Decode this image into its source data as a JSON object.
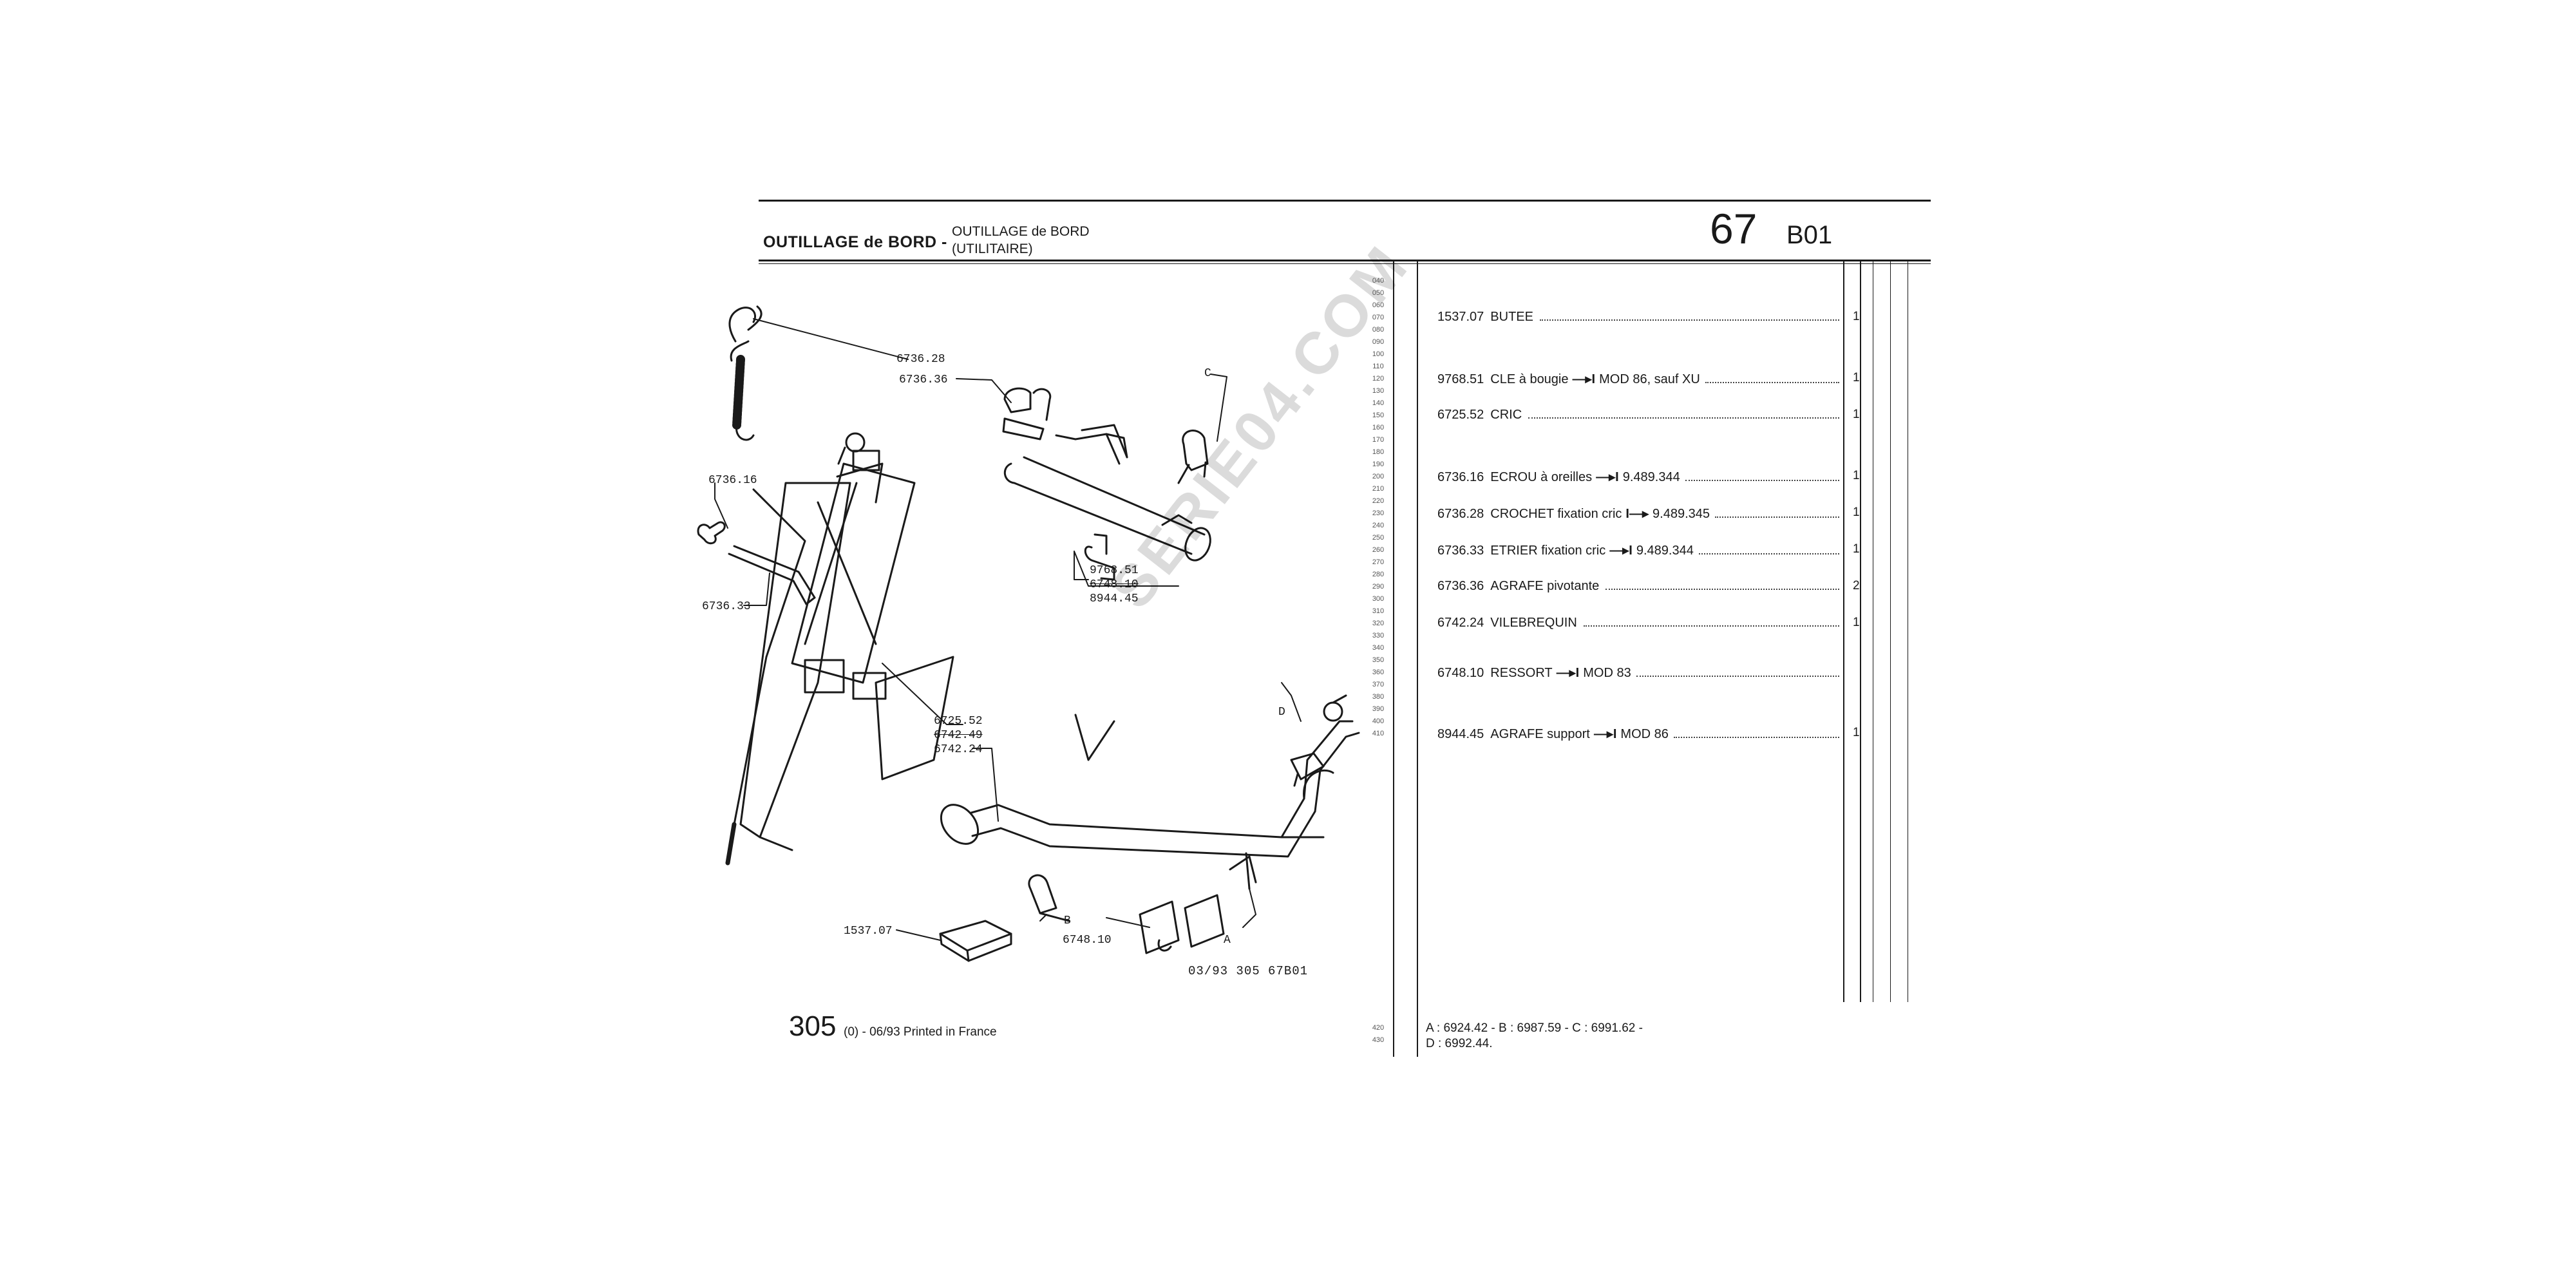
{
  "header": {
    "main_title": "OUTILLAGE de BORD -",
    "sub_title_line1": "OUTILLAGE de BORD",
    "sub_title_line2": "(UTILITAIRE)",
    "group_number": "67",
    "section_code": "B01"
  },
  "diagram": {
    "callouts": {
      "c_673628": "6736.28",
      "c_673636": "6736.36",
      "c_673616": "6736.16",
      "c_673633": "6736.33",
      "c_C": "C",
      "c_976851": "9768.51",
      "c_674810_struck": "6748.10",
      "c_894445": "8944.45",
      "c_D": "D",
      "c_672552": "6725.52",
      "c_674249_struck": "6742.49",
      "c_674224": "6742.24",
      "c_B": "B",
      "c_153707": "1537.07",
      "c_674810": "6748.10",
      "c_A": "A"
    }
  },
  "footer": {
    "reference": "03/93 305 67B01",
    "model_number": "305",
    "model_suffix": "(0) - 06/93 Printed in France"
  },
  "watermark": "SERIE04.COM",
  "line_numbers": [
    "040",
    "050",
    "060",
    "070",
    "080",
    "090",
    "100",
    "110",
    "120",
    "130",
    "140",
    "150",
    "160",
    "170",
    "180",
    "190",
    "200",
    "210",
    "220",
    "230",
    "240",
    "250",
    "260",
    "270",
    "280",
    "290",
    "300",
    "310",
    "320",
    "330",
    "340",
    "350",
    "360",
    "370",
    "380",
    "390",
    "400",
    "410",
    "420",
    "430"
  ],
  "parts": [
    {
      "ref": "1537.07",
      "desc": "BUTEE",
      "arrow": "",
      "note": "",
      "qty": "1"
    },
    {
      "ref": "9768.51",
      "desc": "CLE à bougie",
      "arrow": "—▸I",
      "note": "MOD 86, sauf XU",
      "qty": "1"
    },
    {
      "ref": "6725.52",
      "desc": "CRIC",
      "arrow": "",
      "note": "",
      "qty": "1"
    },
    {
      "ref": "6736.16",
      "desc": "ECROU à oreilles",
      "arrow": "—▸I",
      "note": "9.489.344",
      "qty": "1"
    },
    {
      "ref": "6736.28",
      "desc": "CROCHET fixation cric",
      "arrow": "I—▸",
      "note": "9.489.345",
      "qty": "1"
    },
    {
      "ref": "6736.33",
      "desc": "ETRIER fixation cric",
      "arrow": "—▸I",
      "note": "9.489.344",
      "qty": "1"
    },
    {
      "ref": "6736.36",
      "desc": "AGRAFE pivotante",
      "arrow": "",
      "note": "",
      "qty": "2"
    },
    {
      "ref": "6742.24",
      "desc": "VILEBREQUIN",
      "arrow": "",
      "note": "",
      "qty": "1"
    },
    {
      "ref": "6748.10",
      "desc": "RESSORT",
      "arrow": "—▸I",
      "note": "MOD 83",
      "qty": ""
    },
    {
      "ref": "8944.45",
      "desc": "AGRAFE support",
      "arrow": "—▸I",
      "note": "MOD 86",
      "qty": "1"
    }
  ],
  "footnote": {
    "line1": "A : 6924.42 - B : 6987.59 - C : 6991.62 -",
    "line2": "D : 6992.44."
  }
}
